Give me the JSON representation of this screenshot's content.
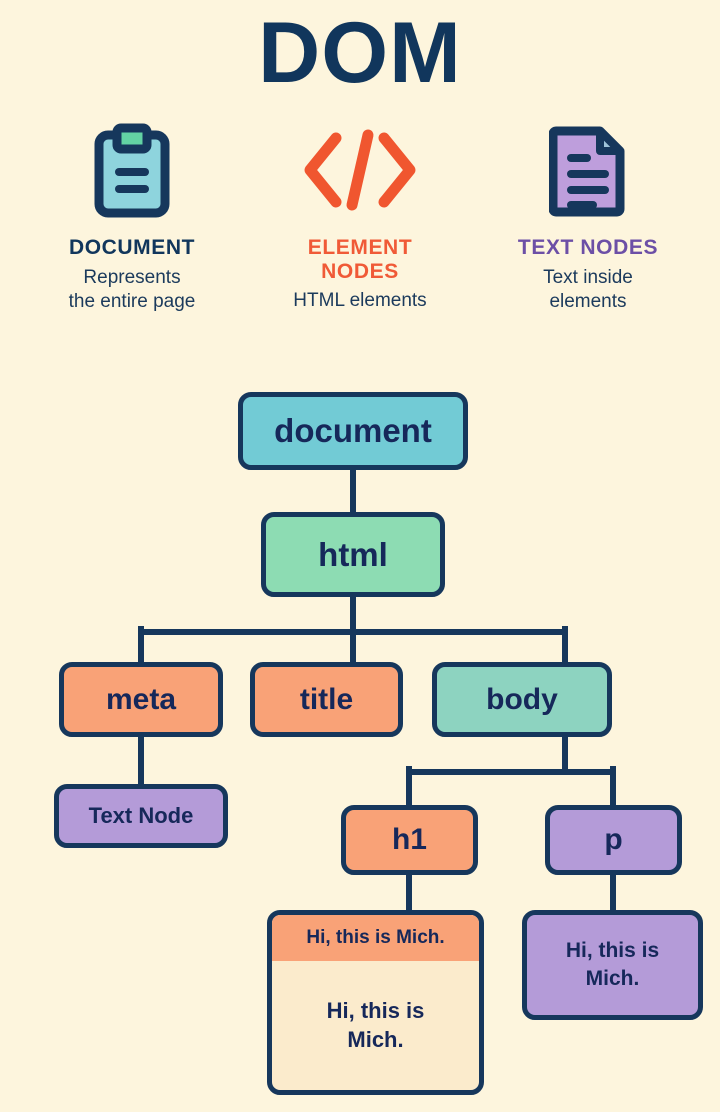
{
  "title": "DOM",
  "theme": {
    "background": "#FDF5DD",
    "ink": "#16375C",
    "accent_document": "#72CBD5",
    "accent_html": "#8DDCB3",
    "accent_element": "#F9A277",
    "accent_text_node": "#B49BD8",
    "accent_body": "#8DD3C0",
    "orange_heading": "#F05A37",
    "purple_heading": "#6C4FA6",
    "navy_heading": "#11365C",
    "render_surface": "#FBEBCC"
  },
  "legend": [
    {
      "icon": "clipboard-icon",
      "heading": "DOCUMENT",
      "subtitle": "Represents\nthe entire page",
      "subtitle_line1": "Represents",
      "subtitle_line2": "the entire page",
      "heading_color": "#11365C"
    },
    {
      "icon": "code-brackets-icon",
      "heading": "ELEMENT\nNODES",
      "heading_line1": "ELEMENT",
      "heading_line2": "NODES",
      "subtitle": "HTML elements",
      "subtitle_line1": "HTML elements",
      "subtitle_line2": "",
      "heading_color": "#F05A37"
    },
    {
      "icon": "text-document-icon",
      "heading": "TEXT NODES",
      "subtitle": "Text inside\nelements",
      "subtitle_line1": "Text inside",
      "subtitle_line2": "elements",
      "heading_color": "#6C4FA6"
    }
  ],
  "tree": {
    "nodes": [
      {
        "id": "document",
        "label": "document",
        "kind": "document"
      },
      {
        "id": "html",
        "label": "html",
        "kind": "html"
      },
      {
        "id": "meta",
        "label": "meta",
        "kind": "element"
      },
      {
        "id": "title",
        "label": "title",
        "kind": "element"
      },
      {
        "id": "body",
        "label": "body",
        "kind": "body"
      },
      {
        "id": "textnode",
        "label": "Text Node",
        "kind": "text-node"
      },
      {
        "id": "h1",
        "label": "h1",
        "kind": "element"
      },
      {
        "id": "p",
        "label": "p",
        "kind": "text-node"
      },
      {
        "id": "h1text",
        "label": "Hi, this is Mich.",
        "kind": "render",
        "band_label": "Hi, this is Mich.",
        "body_line1": "Hi, this is",
        "body_line2": "Mich."
      },
      {
        "id": "ptext",
        "label": "Hi, this is Mich.",
        "kind": "text-node",
        "body_line1": "Hi, this is",
        "body_line2": "Mich."
      }
    ],
    "edges": [
      [
        "document",
        "html"
      ],
      [
        "html",
        "meta"
      ],
      [
        "html",
        "title"
      ],
      [
        "html",
        "body"
      ],
      [
        "meta",
        "textnode"
      ],
      [
        "body",
        "h1"
      ],
      [
        "body",
        "p"
      ],
      [
        "h1",
        "h1text"
      ],
      [
        "p",
        "ptext"
      ]
    ]
  }
}
